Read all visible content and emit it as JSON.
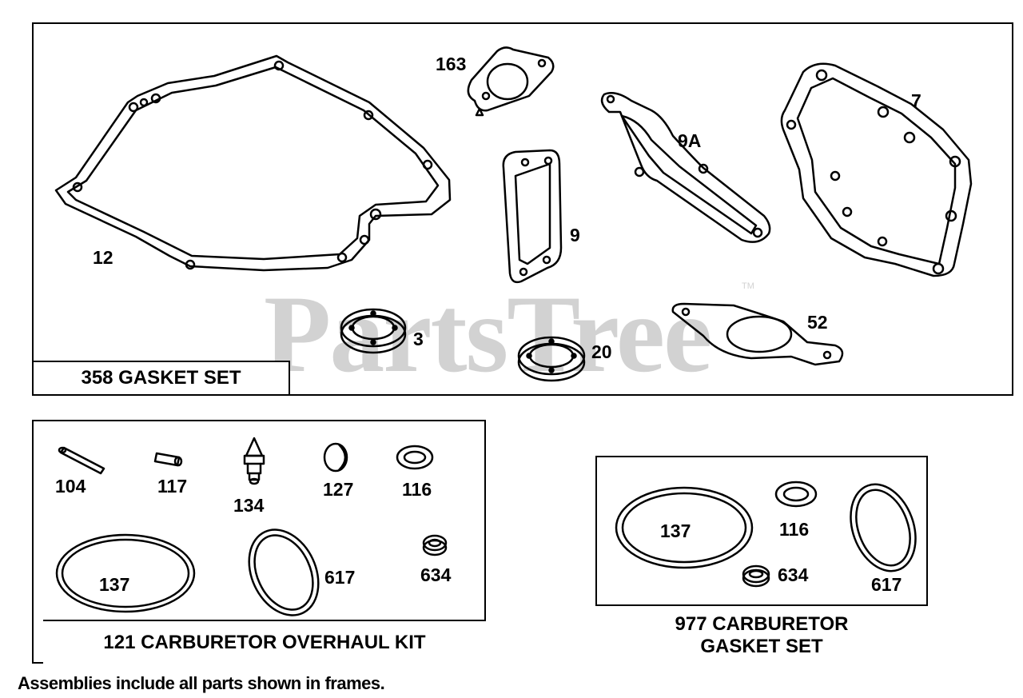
{
  "watermark": {
    "text": "PartsTree",
    "tm": "TM"
  },
  "gasket_set": {
    "title": "358 GASKET SET",
    "parts": {
      "p12": "12",
      "p163": "163",
      "p9": "9",
      "p9A": "9A",
      "p7": "7",
      "p3": "3",
      "p20": "20",
      "p52": "52"
    }
  },
  "overhaul_kit": {
    "title": "121 CARBURETOR OVERHAUL KIT",
    "parts": {
      "p104": "104",
      "p117": "117",
      "p134": "134",
      "p127": "127",
      "p116": "116",
      "p137": "137",
      "p617": "617",
      "p634": "634"
    }
  },
  "carb_gasket_set": {
    "title_line1": "977 CARBURETOR",
    "title_line2": "GASKET SET",
    "parts": {
      "p137": "137",
      "p116": "116",
      "p634": "634",
      "p617": "617"
    }
  },
  "footer": {
    "note": "Assemblies include all parts shown in frames."
  }
}
